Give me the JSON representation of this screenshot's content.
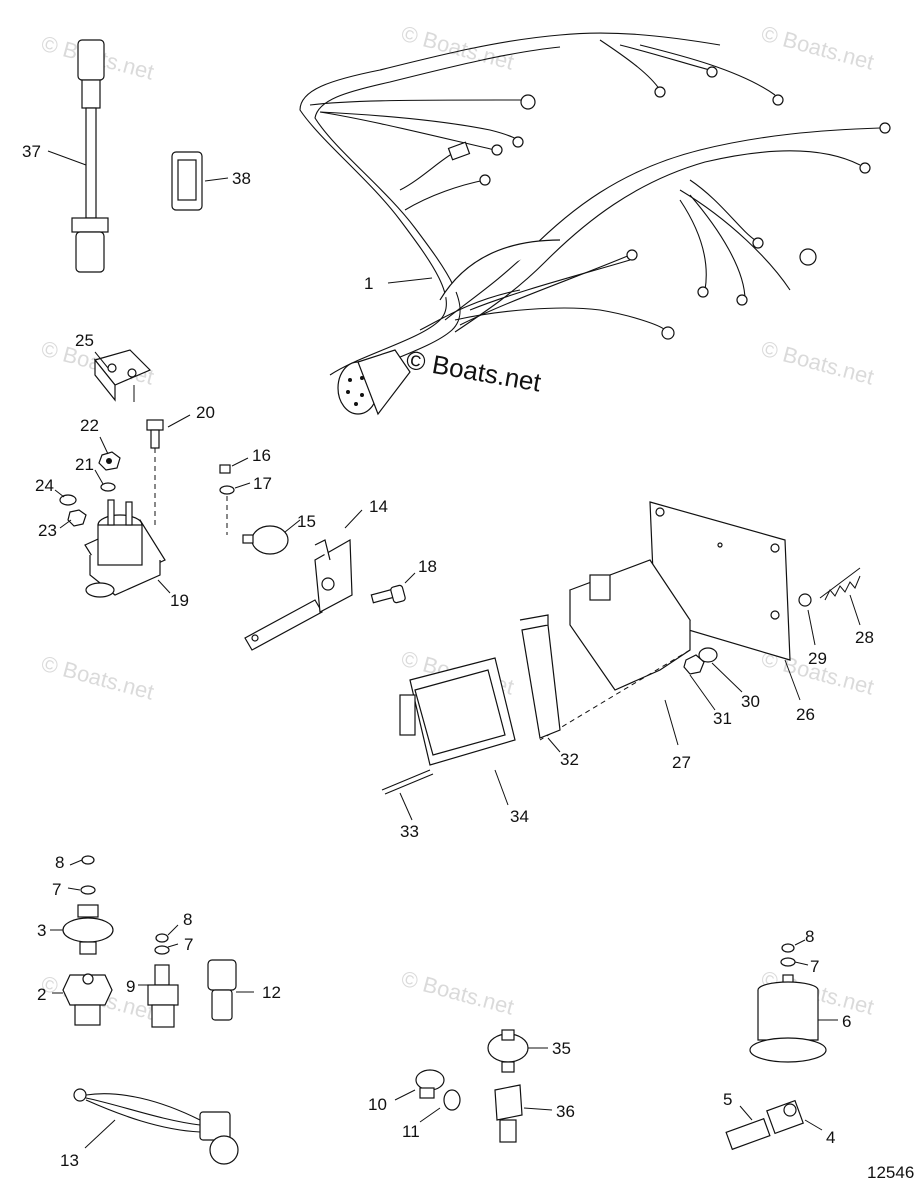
{
  "watermark_text": "© Boats.net",
  "brand_stamp": "© Boats.net",
  "diagram_number": "12546",
  "callouts": [
    "1",
    "2",
    "3",
    "4",
    "5",
    "6",
    "7",
    "8",
    "9",
    "10",
    "11",
    "12",
    "13",
    "14",
    "15",
    "16",
    "17",
    "18",
    "19",
    "20",
    "21",
    "22",
    "23",
    "24",
    "25",
    "26",
    "27",
    "28",
    "29",
    "30",
    "31",
    "32",
    "33",
    "34",
    "35",
    "36",
    "37",
    "38"
  ],
  "repeat_callouts": {
    "seven": "7",
    "eight": "8"
  }
}
